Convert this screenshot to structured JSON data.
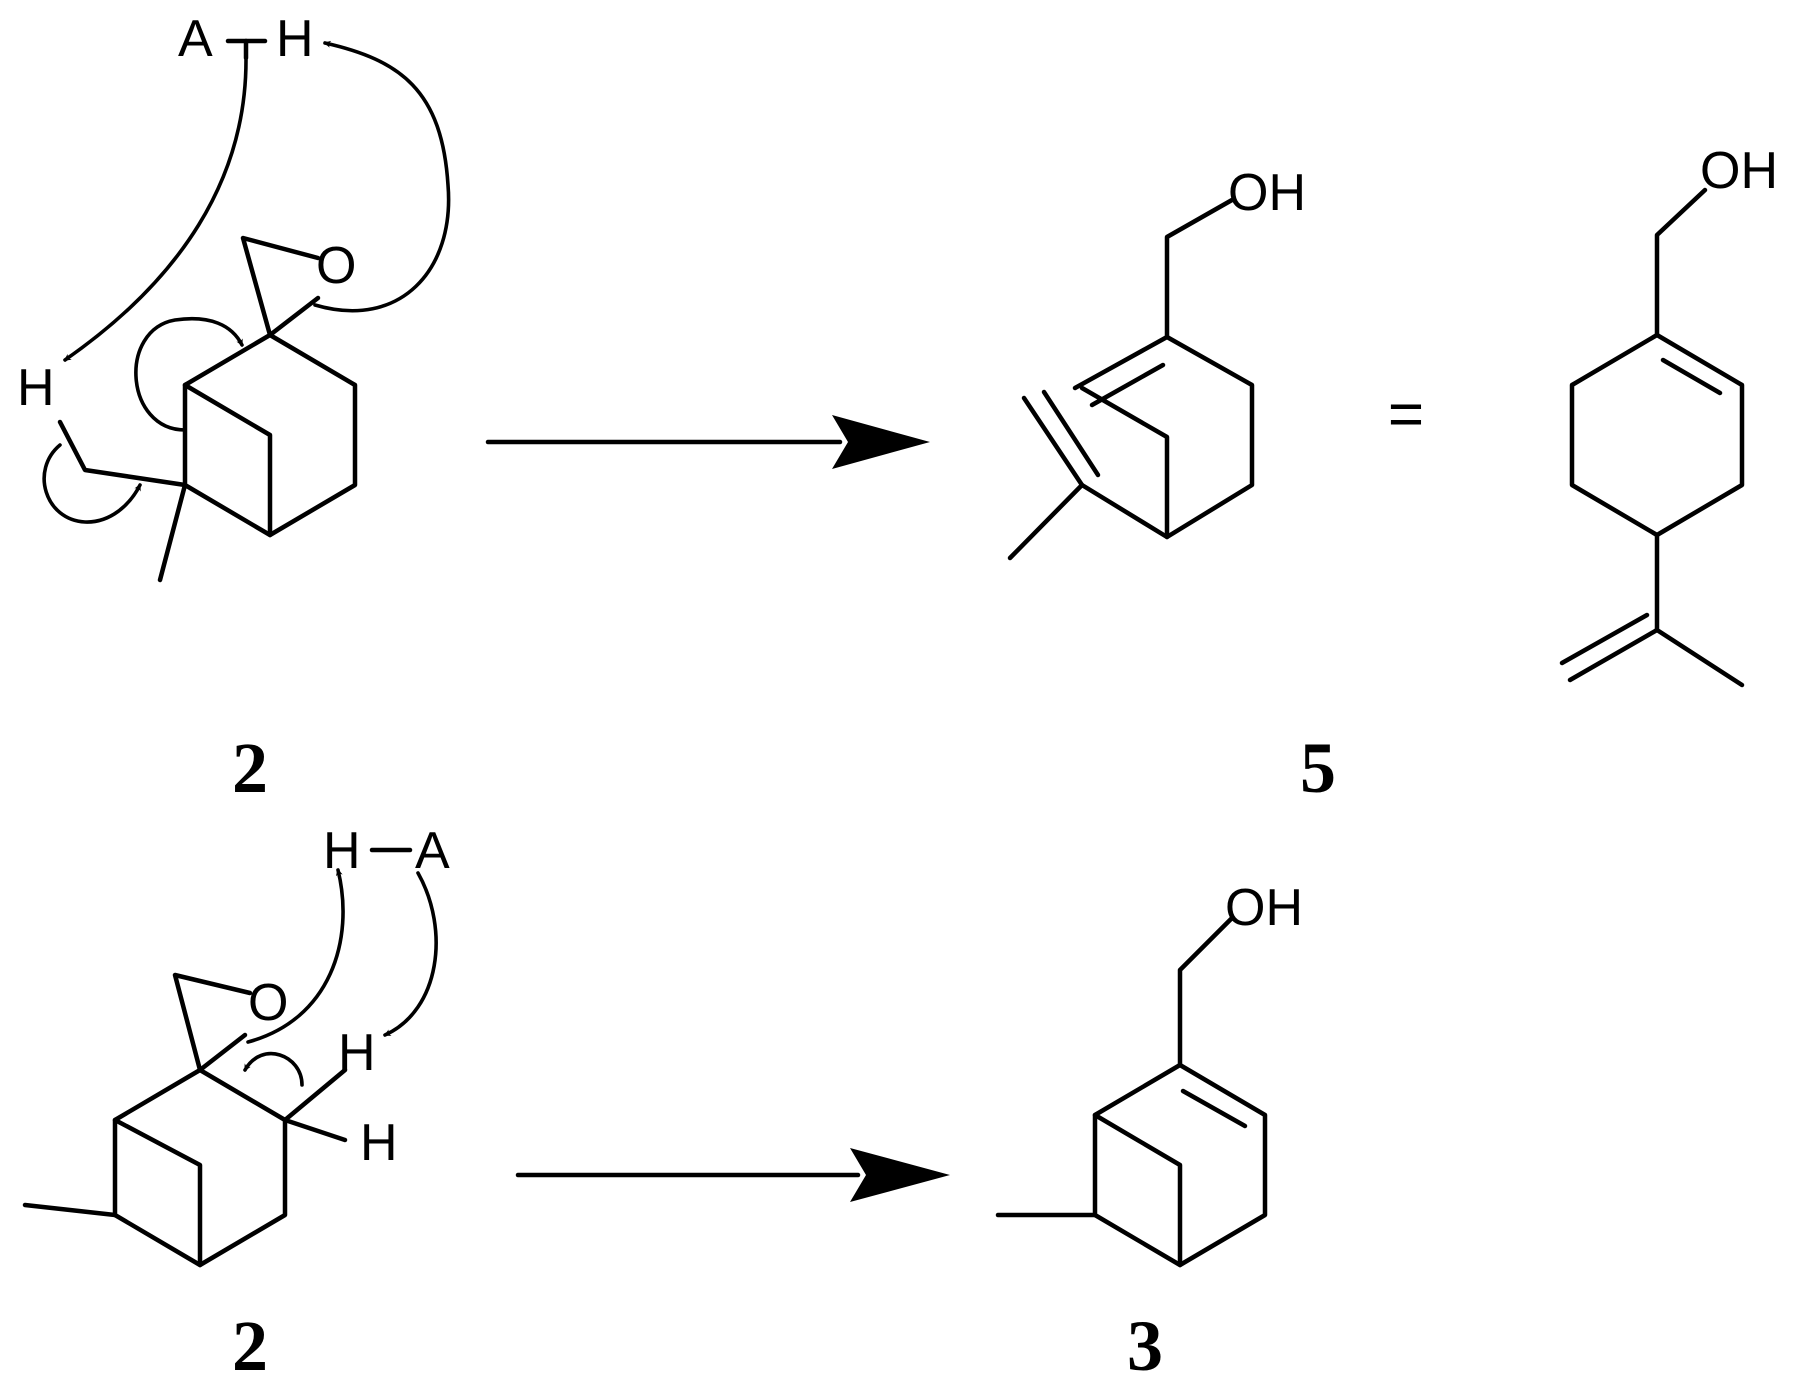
{
  "atoms": {
    "A": "A",
    "H": "H",
    "O": "O",
    "OH": "OH"
  },
  "compounds": {
    "reactant_top": "2",
    "product_top": "5",
    "reactant_bottom": "2",
    "product_bottom": "3"
  },
  "equals": "="
}
